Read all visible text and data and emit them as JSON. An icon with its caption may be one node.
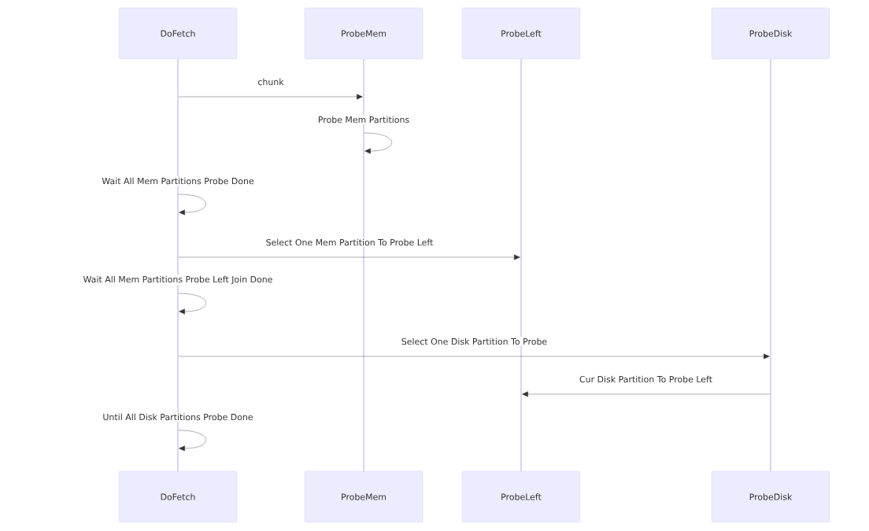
{
  "diagram": {
    "nodes": [
      {
        "text": [
          "DoFetch"
        ]
      },
      {
        "text": [
          "ProbeMem"
        ]
      },
      {
        "text": [
          "ProbeLeft"
        ]
      },
      {
        "text": [
          "ProbeDisk"
        ]
      },
      {
        "text": [
          "DoFetch"
        ]
      },
      {
        "text": [
          "ProbeMem"
        ]
      },
      {
        "text": [
          "ProbeLeft"
        ]
      },
      {
        "text": [
          "ProbeDisk"
        ]
      },
      {
        "text": [],
        "shape": "bar"
      },
      {
        "text": [],
        "shape": "bar"
      },
      {
        "text": [],
        "shape": "bar"
      },
      {
        "text": [],
        "shape": "bar"
      }
    ],
    "edges": [
      {
        "from": 8,
        "to": 9,
        "arrow": "to",
        "label": "chunk"
      },
      {
        "from": 9,
        "to": 9,
        "arrow": "to",
        "label": "Probe Mem Partitions"
      },
      {
        "from": 8,
        "to": 8,
        "arrow": "to",
        "label": "Wait All Mem Partitions Probe Done"
      },
      {
        "from": 8,
        "to": 10,
        "arrow": "to",
        "label": "Select One Mem Partition To Probe Left"
      },
      {
        "from": 8,
        "to": 8,
        "arrow": "to",
        "label": "Wait All Mem Partitions Probe Left Join Done"
      },
      {
        "from": 8,
        "to": 11,
        "arrow": "to",
        "label": "Select One Disk Partition To Probe"
      },
      {
        "from": 11,
        "to": 10,
        "arrow": "to",
        "label": "Cur Disk Partition To Probe Left"
      },
      {
        "from": 8,
        "to": 8,
        "arrow": "to",
        "label": "Until All Disk Partitions Probe Done"
      }
    ]
  }
}
